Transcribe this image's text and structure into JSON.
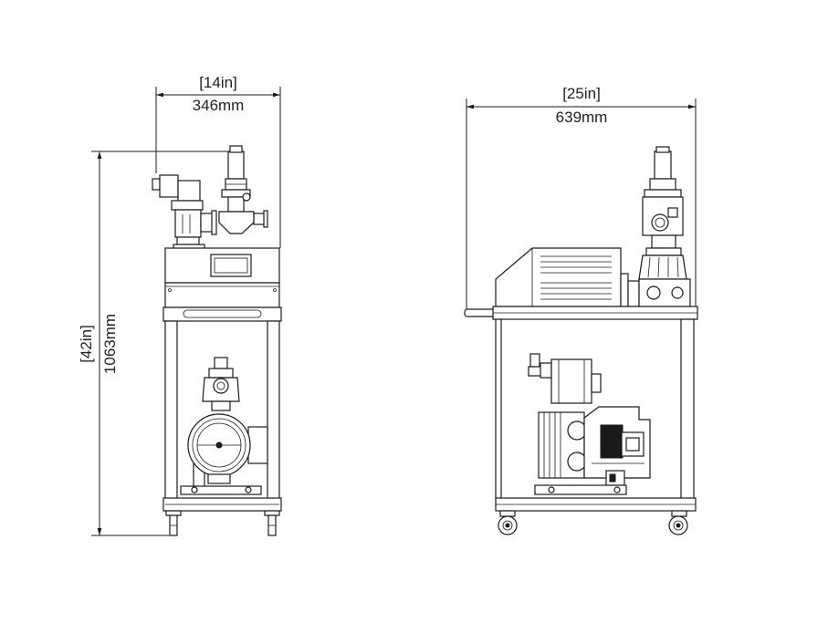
{
  "front_view": {
    "width_in": "[14in]",
    "width_mm": "346mm",
    "height_in": "[42in]",
    "height_mm": "1063mm"
  },
  "side_view": {
    "depth_in": "[25in]",
    "depth_mm": "639mm"
  }
}
